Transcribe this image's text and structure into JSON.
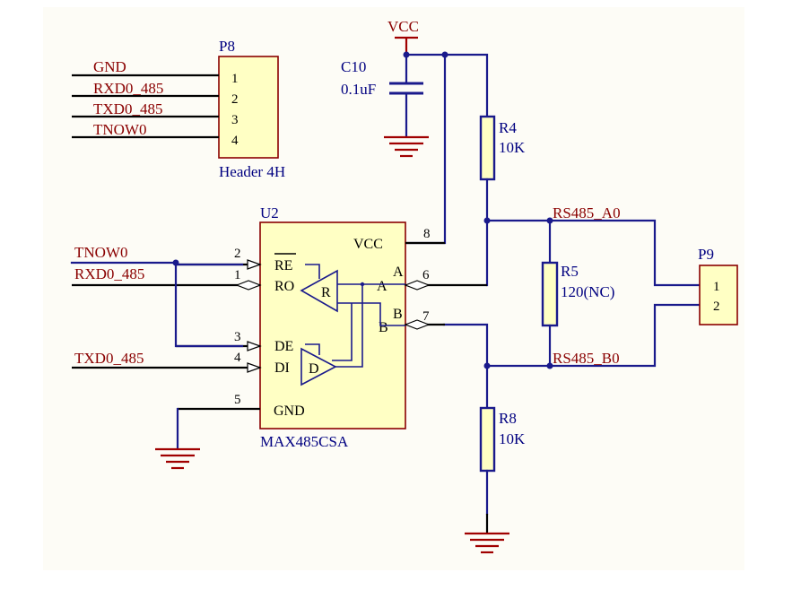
{
  "power": {
    "vcc_label": "VCC"
  },
  "p8": {
    "designator": "P8",
    "comment": "Header 4H",
    "pins": [
      "1",
      "2",
      "3",
      "4"
    ],
    "nets": [
      "GND",
      "RXD0_485",
      "TXD0_485",
      "TNOW0"
    ]
  },
  "c10": {
    "designator": "C10",
    "value": "0.1uF"
  },
  "r4": {
    "designator": "R4",
    "value": "10K"
  },
  "r5": {
    "designator": "R5",
    "value": "120(NC)"
  },
  "r8": {
    "designator": "R8",
    "value": "10K"
  },
  "u2": {
    "designator": "U2",
    "part": "MAX485CSA",
    "pin_names": {
      "vcc": "VCC",
      "re": "RE",
      "ro": "RO",
      "a": "A",
      "b": "B",
      "de": "DE",
      "di": "DI",
      "gnd": "GND",
      "receiver": "R",
      "driver": "D",
      "a_outer": "A",
      "b_outer": "B"
    },
    "pin_numbers": {
      "vcc": "8",
      "re": "2",
      "ro": "1",
      "a": "6",
      "b": "7",
      "de": "3",
      "di": "4",
      "gnd": "5"
    },
    "input_nets": [
      "TNOW0",
      "RXD0_485",
      "TXD0_485"
    ]
  },
  "bus_nets": {
    "a": "RS485_A0",
    "b": "RS485_B0"
  },
  "p9": {
    "designator": "P9",
    "pins": [
      "1",
      "2"
    ]
  },
  "colors": {
    "wire": "#1a1a8c",
    "component_fill": "#ffffc4",
    "net_label": "#8a0000",
    "designator": "#000080",
    "power_symbol": "#a00000"
  }
}
